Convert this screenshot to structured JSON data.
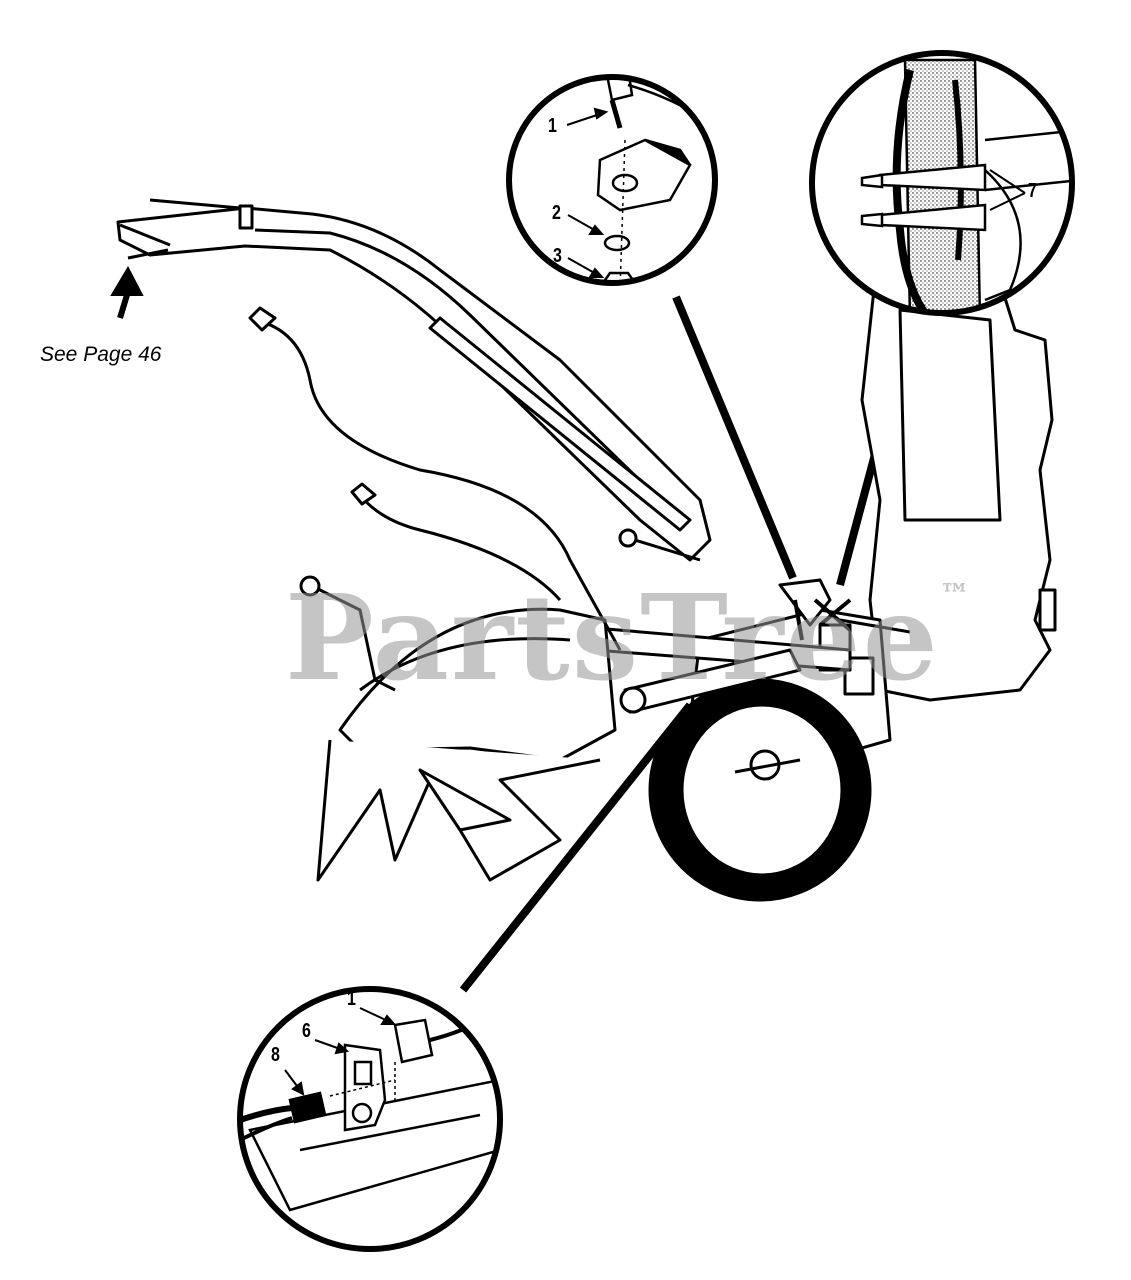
{
  "watermark": {
    "text": "PartsTree",
    "mark": "™"
  },
  "callouts": {
    "top_left": [
      "1",
      "2",
      "3"
    ],
    "top_right": [
      "7"
    ],
    "bottom": [
      "1",
      "6",
      "8"
    ]
  },
  "reference_note": "See Page 46",
  "colors": {
    "line": "#000000",
    "background": "#ffffff",
    "watermark": "#969696"
  }
}
